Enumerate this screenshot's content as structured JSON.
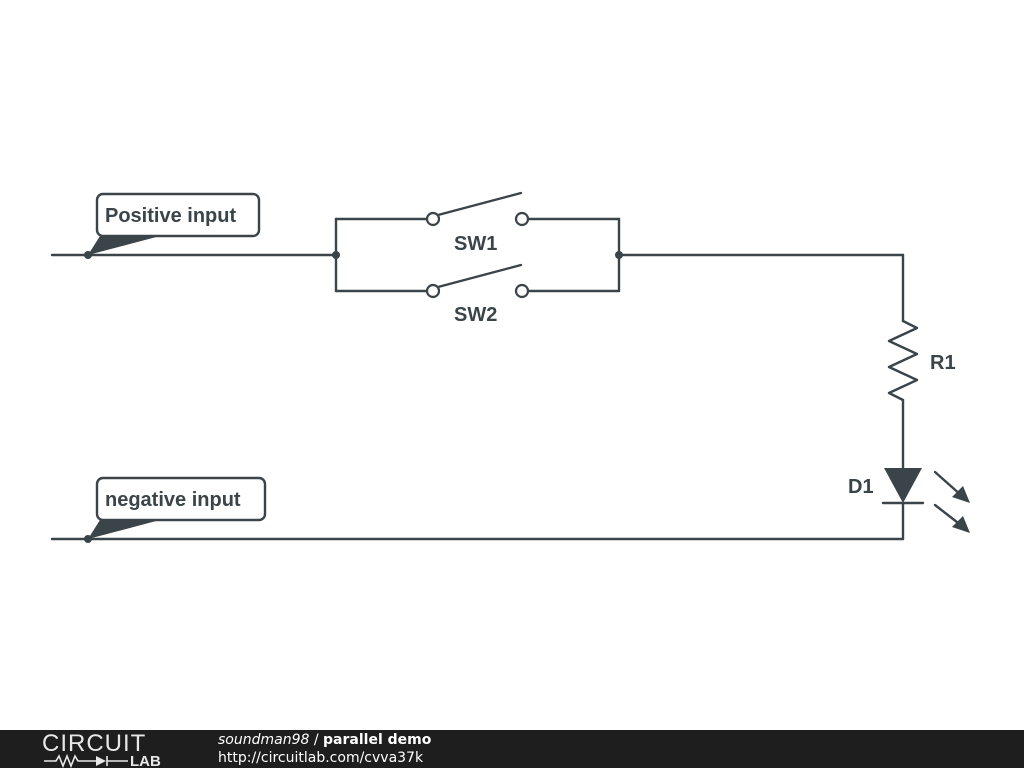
{
  "labels": {
    "positive_input": "Positive input",
    "negative_input": "negative input",
    "sw1": "SW1",
    "sw2": "SW2",
    "r1": "R1",
    "d1": "D1"
  },
  "footer": {
    "logo_top": "CIRCUIT",
    "logo_bottom": "LAB",
    "author": "soundman98",
    "separator": " / ",
    "title": "parallel demo",
    "url": "http://circuitlab.com/cvva37k"
  },
  "colors": {
    "wire": "#3a4449",
    "footer_bg": "#1e1e1e"
  }
}
